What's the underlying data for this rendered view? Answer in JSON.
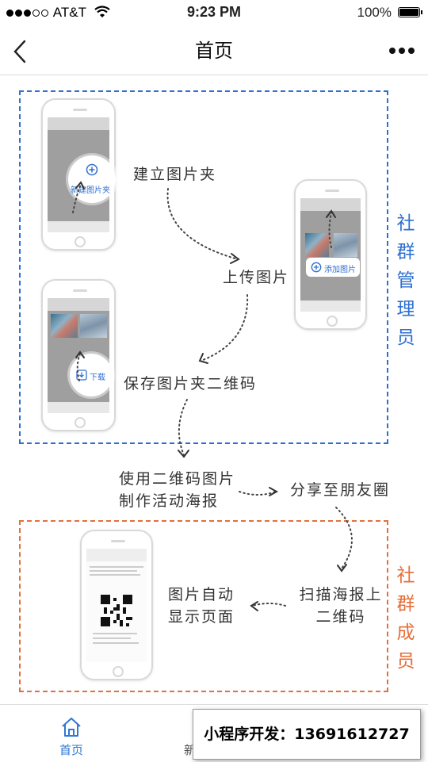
{
  "status_bar": {
    "carrier": "AT&T",
    "time": "9:23 PM",
    "battery": "100%"
  },
  "nav": {
    "title": "首页"
  },
  "regions": {
    "admin_label": "社群管理员",
    "member_label": "社群成员"
  },
  "steps": {
    "create_folder": "建立图片夹",
    "upload": "上传图片",
    "save_qr": "保存图片夹二维码",
    "make_poster_1": "使用二维码图片",
    "make_poster_2": "制作活动海报",
    "share": "分享至朋友圈",
    "scan_1": "扫描海报上",
    "scan_2": "二维码",
    "auto_1": "图片自动",
    "auto_2": "显示页面"
  },
  "mockups": {
    "new_folder": "新建图片夹",
    "add_image": "添加图片",
    "download": "下载"
  },
  "tabbar": {
    "home": "首页",
    "new_partial": "新"
  },
  "promo": {
    "text": "小程序开发：13691612727"
  },
  "colors": {
    "admin": "#2e6fd0",
    "member": "#e36f3a",
    "tab_active": "#2e78d6"
  }
}
